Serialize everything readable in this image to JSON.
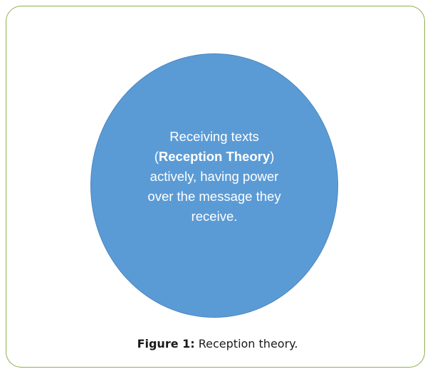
{
  "diagram": {
    "ellipse_color": "#5b9bd5",
    "frame_border_color": "#8cb04f",
    "text": {
      "line1": "Receiving texts",
      "line2_open": "(",
      "line2_bold": "Reception Theory",
      "line2_close": ")",
      "line3": "actively, having power",
      "line4": "over the message they",
      "line5": "receive."
    }
  },
  "caption": {
    "label": "Figure 1:",
    "text": " Reception theory."
  }
}
